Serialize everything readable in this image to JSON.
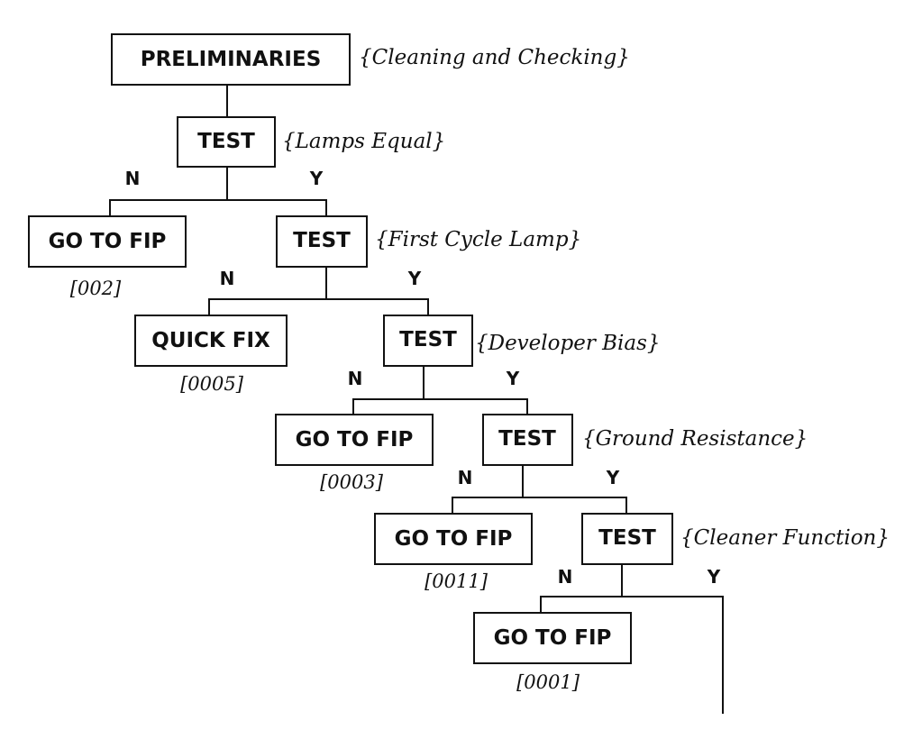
{
  "nodes": {
    "preliminaries": {
      "label": "PRELIMINARIES",
      "note": "{Cleaning and Checking}"
    },
    "test_lamps_equal": {
      "label": "TEST",
      "note": "{Lamps Equal}",
      "no": "N",
      "yes": "Y"
    },
    "goto_fip_002": {
      "label": "GO TO FIP",
      "code": "[002]"
    },
    "test_first_cycle_lamp": {
      "label": "TEST",
      "note": "{First Cycle Lamp}",
      "no": "N",
      "yes": "Y"
    },
    "quick_fix_0005": {
      "label": "QUICK FIX",
      "code": "[0005]"
    },
    "test_developer_bias": {
      "label": "TEST",
      "note": "{Developer Bias}",
      "no": "N",
      "yes": "Y"
    },
    "goto_fip_0003": {
      "label": "GO TO FIP",
      "code": "[0003]"
    },
    "test_ground_resistance": {
      "label": "TEST",
      "note": "{Ground Resistance}",
      "no": "N",
      "yes": "Y"
    },
    "goto_fip_0011": {
      "label": "GO TO FIP",
      "code": "[0011]"
    },
    "test_cleaner_function": {
      "label": "TEST",
      "note": "{Cleaner Function}",
      "no": "N",
      "yes": "Y"
    },
    "goto_fip_0001": {
      "label": "GO TO FIP",
      "code": "[0001]"
    }
  }
}
